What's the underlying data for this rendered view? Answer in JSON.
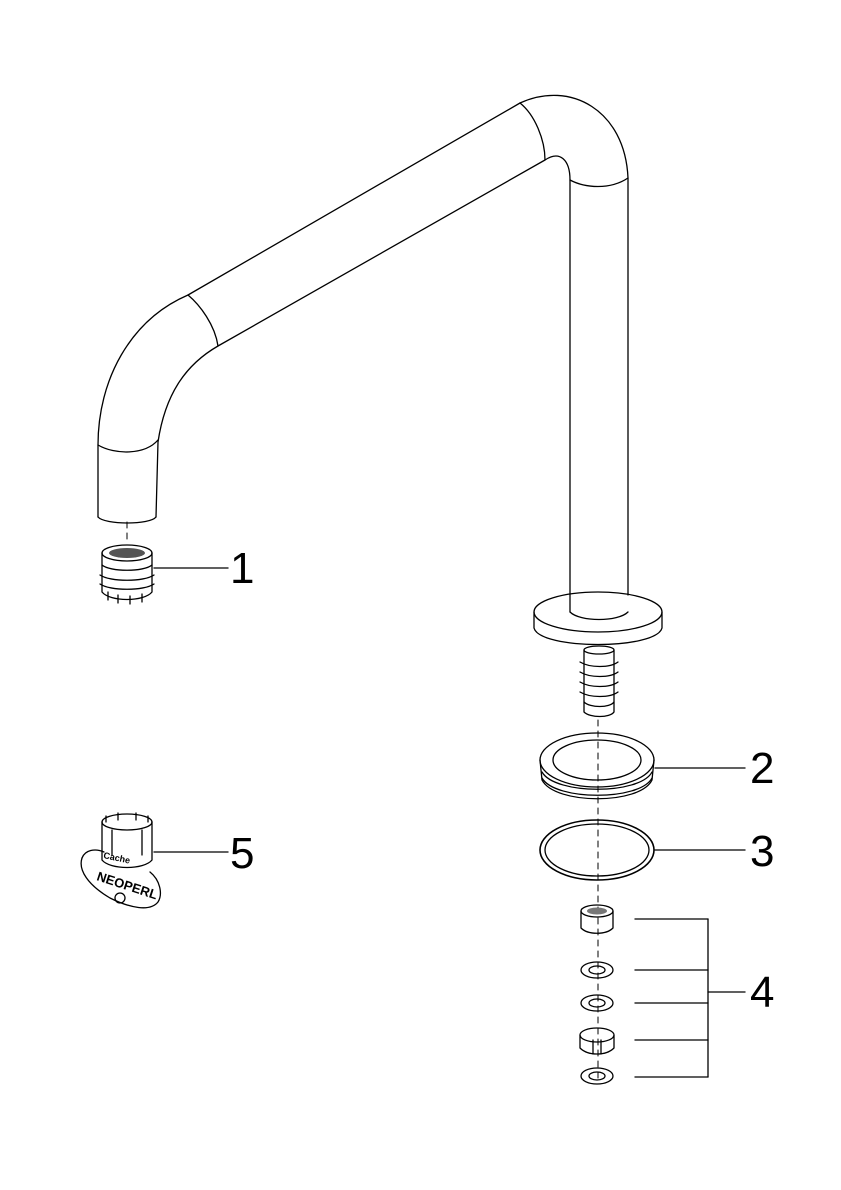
{
  "diagram": {
    "stroke_color": "#000000",
    "background_color": "#ffffff",
    "callouts": [
      {
        "id": "aerator",
        "label": "1"
      },
      {
        "id": "threaded-ring",
        "label": "2"
      },
      {
        "id": "o-ring",
        "label": "3"
      },
      {
        "id": "compression-fittings",
        "label": "4"
      },
      {
        "id": "aerator-key",
        "label": "5"
      }
    ],
    "key_logo_text": "NEOPERL",
    "key_tag_text": "Cache"
  }
}
